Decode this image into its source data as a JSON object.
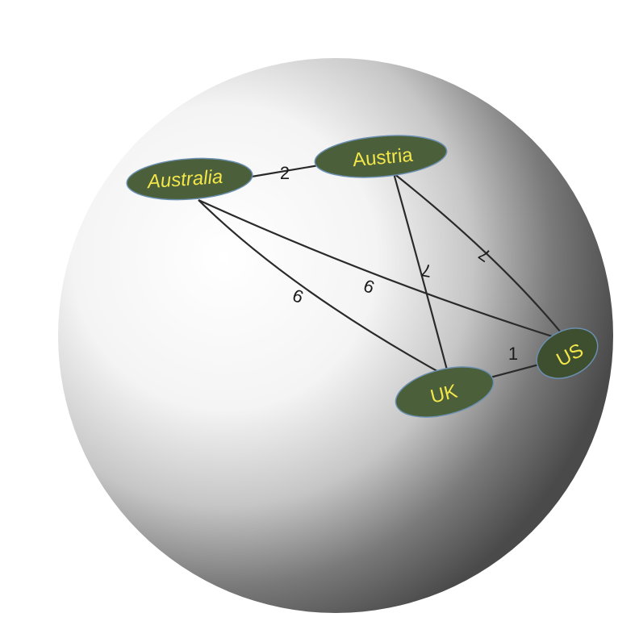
{
  "colors": {
    "sphere_light": "#ffffff",
    "sphere_dark": "#4a4a4a",
    "node_fill": "#4a5f3a",
    "node_text": "#f2e64a",
    "edge": "#2a2a2a",
    "edge_label": "#1a1a1a"
  },
  "graph": {
    "nodes": [
      {
        "id": "australia",
        "label": "Australia"
      },
      {
        "id": "austria",
        "label": "Austria"
      },
      {
        "id": "uk",
        "label": "UK"
      },
      {
        "id": "us",
        "label": "US"
      }
    ],
    "edges": [
      {
        "id": "australia-austria",
        "source": "australia",
        "target": "austria",
        "weight": "2"
      },
      {
        "id": "australia-uk",
        "source": "australia",
        "target": "uk",
        "weight": "9"
      },
      {
        "id": "australia-us",
        "source": "australia",
        "target": "us",
        "weight": "9"
      },
      {
        "id": "austria-uk",
        "source": "austria",
        "target": "uk",
        "weight": "7"
      },
      {
        "id": "austria-us",
        "source": "austria",
        "target": "us",
        "weight": "7"
      },
      {
        "id": "uk-us",
        "source": "uk",
        "target": "us",
        "weight": "1"
      }
    ]
  }
}
